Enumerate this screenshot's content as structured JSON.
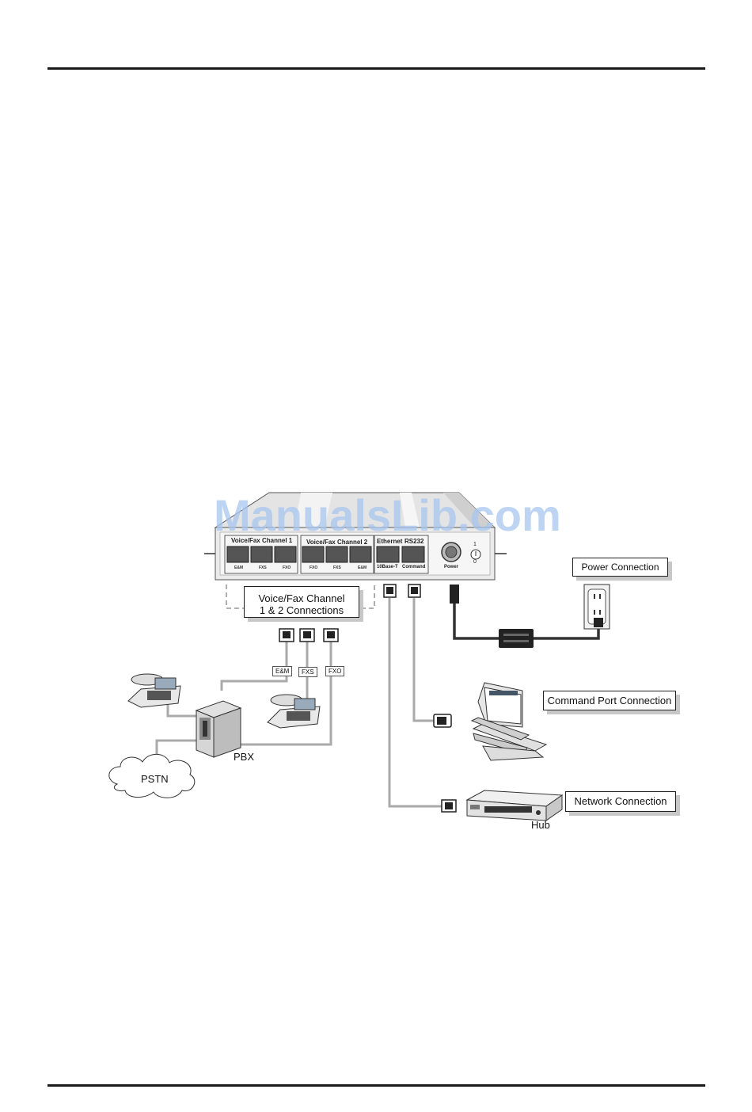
{
  "watermark": "ManualsLib.com",
  "device": {
    "channel1_label": "Voice/Fax Channel 1",
    "channel2_label": "Voice/Fax Channel 2",
    "ethernet_label": "Ethernet",
    "rs232_label": "RS232",
    "ch1_ports": [
      "E&M",
      "FXS",
      "FXO"
    ],
    "ch2_ports": [
      "FXO",
      "FXS",
      "E&M"
    ],
    "ethernet_port": "10Base-T",
    "command_port": "Command",
    "power_label": "Power",
    "switch_on": "1",
    "switch_off": "0"
  },
  "callouts": {
    "voice_fax_line1": "Voice/Fax Channel",
    "voice_fax_line2": "1 & 2 Connections",
    "power": "Power Connection",
    "command_port": "Command Port Connection",
    "network": "Network Connection"
  },
  "cable_tags": [
    "E&M",
    "FXS",
    "FXO"
  ],
  "labels": {
    "pbx": "PBX",
    "pstn": "PSTN",
    "hub": "Hub"
  }
}
